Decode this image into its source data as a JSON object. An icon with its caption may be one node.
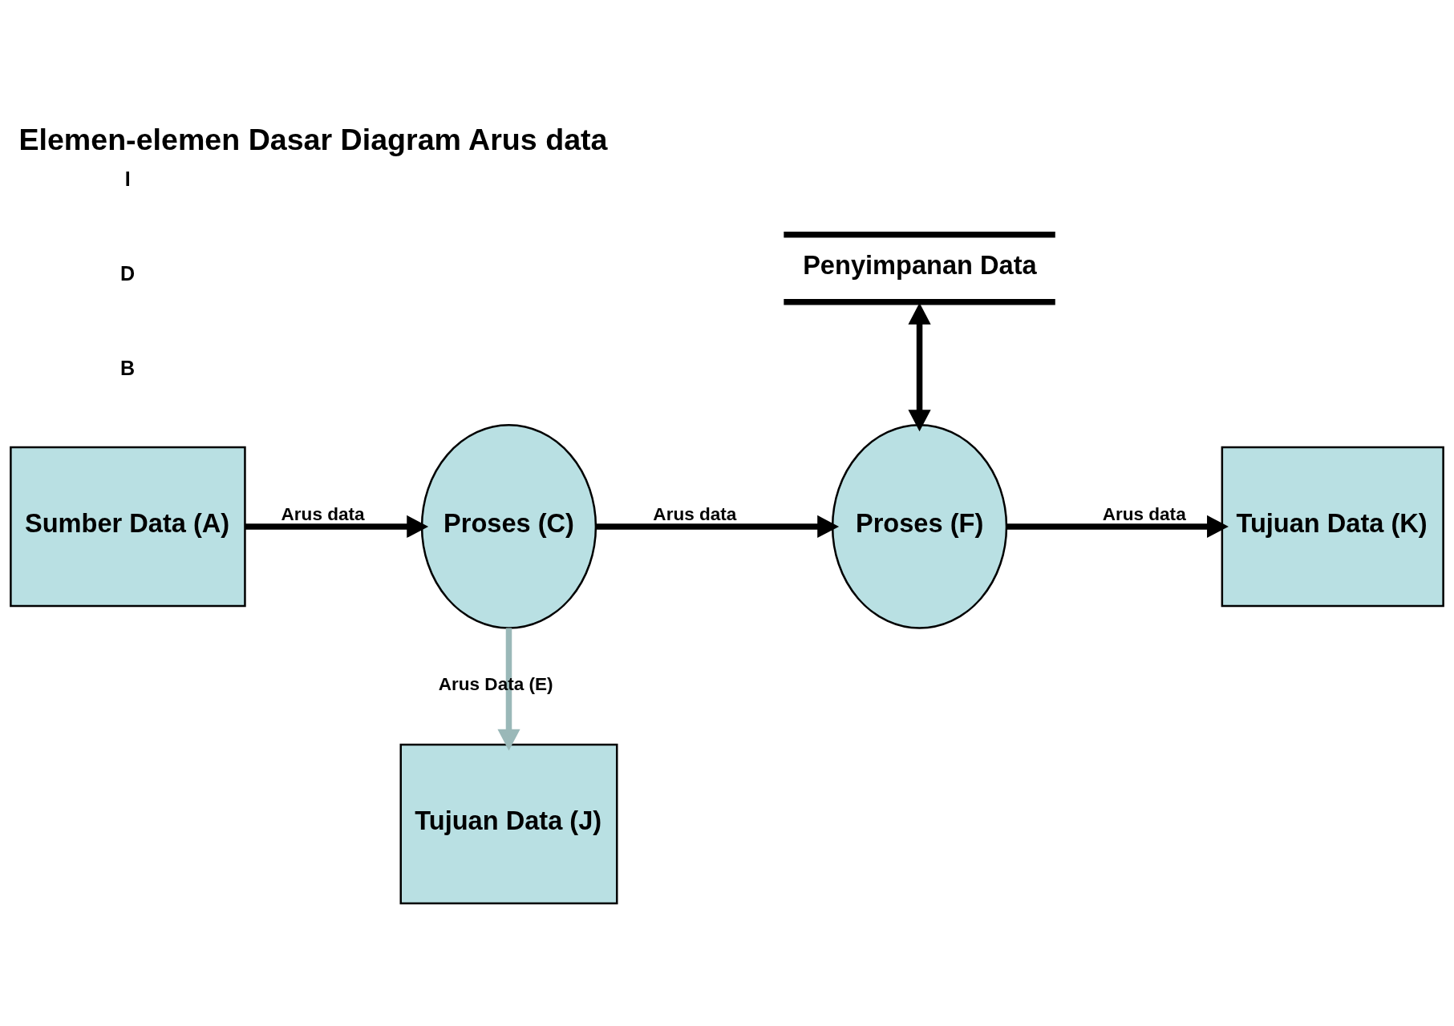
{
  "diagram": {
    "title": "Elemen-elemen Dasar Diagram Arus data",
    "nodes": [
      {
        "text": [
          "Sumber Data (A)"
        ]
      },
      {
        "text": [
          "Proses (C)"
        ]
      },
      {
        "text": [
          "Proses (F)"
        ]
      },
      {
        "text": [
          "Tujuan Data (K)"
        ]
      },
      {
        "text": [
          "Tujuan Data (J)"
        ]
      },
      {
        "text": [
          "Penyimpanan Data"
        ]
      }
    ],
    "edges": [
      {
        "from": 0,
        "to": 1,
        "arrow": "to",
        "label": "Arus data"
      },
      {
        "from": 1,
        "to": 2,
        "arrow": "to",
        "label": "Arus data"
      },
      {
        "from": 2,
        "to": 3,
        "arrow": "to",
        "label": "Arus data"
      },
      {
        "from": 1,
        "to": 4,
        "arrow": "to",
        "label": "Arus Data (E)",
        "color": "#9ab8b8"
      },
      {
        "from": 5,
        "to": 2,
        "arrow": "both"
      }
    ],
    "labels": [
      "B",
      "D",
      "I"
    ]
  }
}
